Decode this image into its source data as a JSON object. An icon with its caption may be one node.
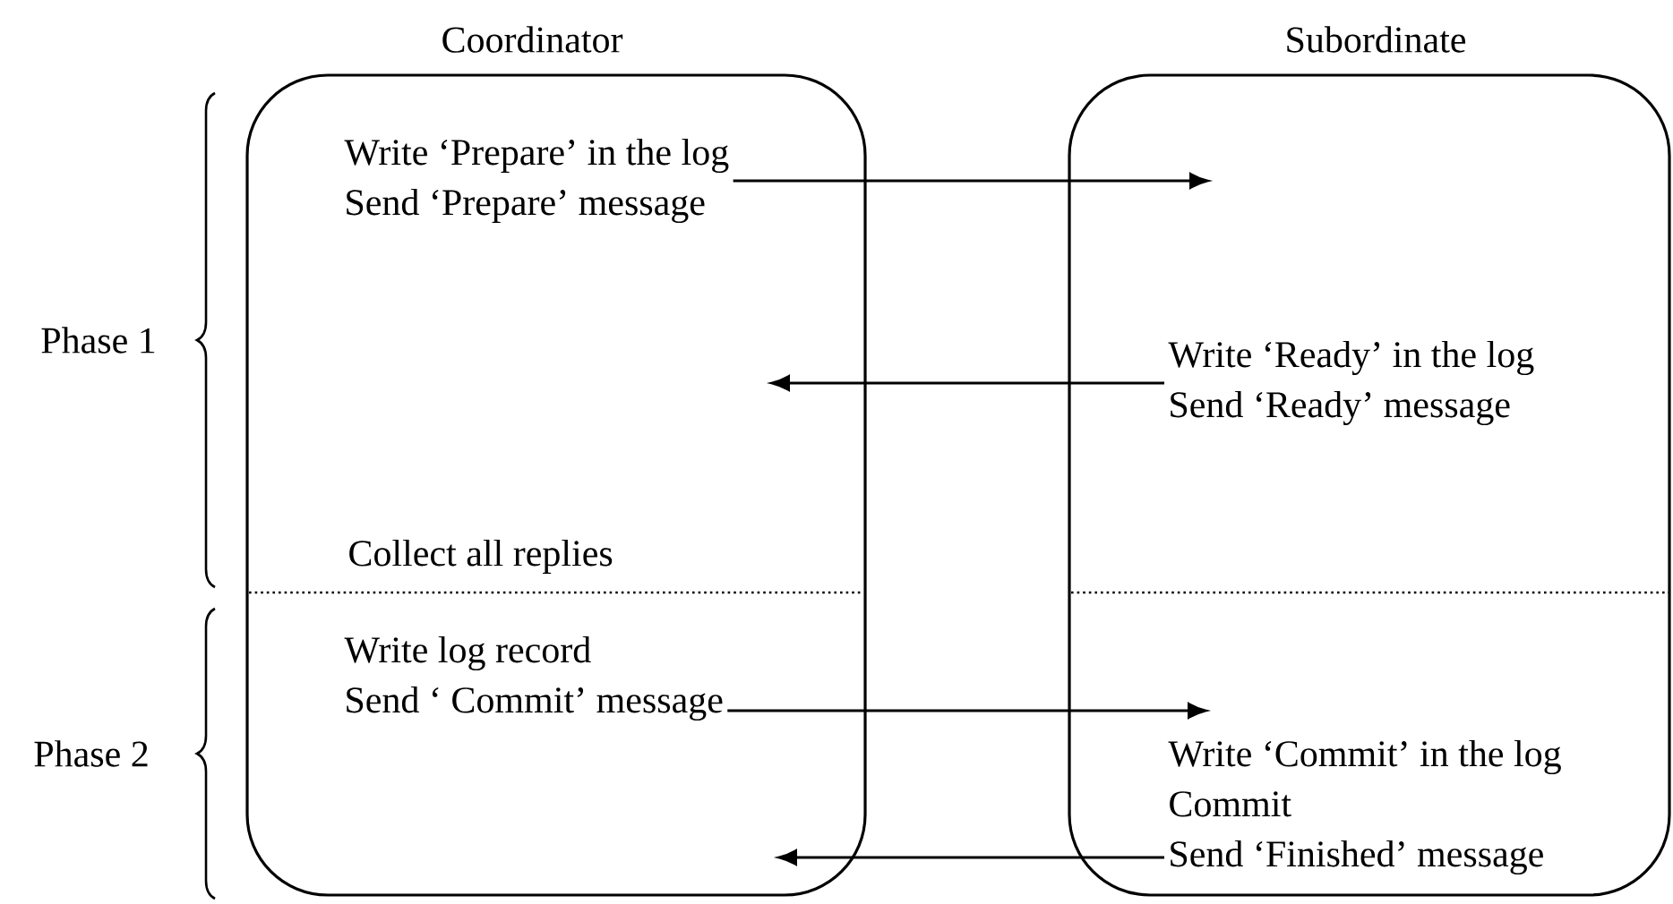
{
  "diagram": {
    "nodes": [
      {
        "text": [
          "Coordinator"
        ]
      },
      {
        "text": [
          "Write ‘Prepare’ in the log",
          "Send ‘Prepare’ message"
        ],
        "in": 0
      },
      {
        "text": [
          "Write log record",
          "Send ‘ Commit’ message"
        ],
        "in": 0
      },
      {
        "text": [
          "Subordinate"
        ]
      },
      {
        "text": [
          "Write ‘Ready’ in the log",
          "Send ‘Ready’ message"
        ],
        "in": 3
      },
      {
        "text": [
          "Write ‘Commit’ in the log",
          "Commit",
          "Send ‘Finished’ message"
        ],
        "in": 3
      }
    ],
    "edges": [
      {
        "from": 1,
        "to": null,
        "arrow": "to"
      },
      {
        "from": 4,
        "to": null,
        "arrow": "to"
      },
      {
        "from": 2,
        "to": 5,
        "arrow": "to"
      },
      {
        "from": 5,
        "to": null,
        "arrow": "to"
      }
    ],
    "labels": [
      "Phase 1",
      "Collect all replies",
      "Phase 2"
    ]
  }
}
